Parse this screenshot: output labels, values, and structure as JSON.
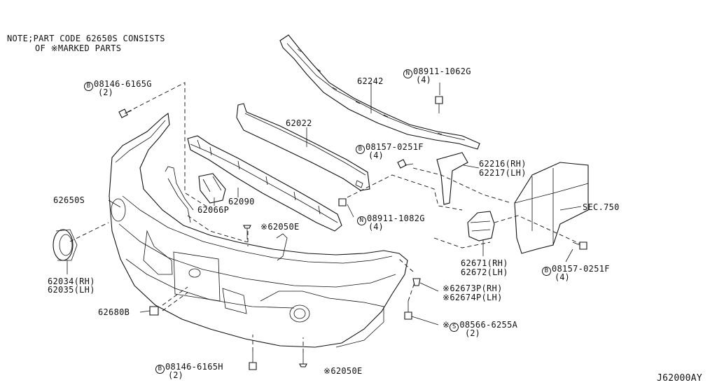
{
  "note": {
    "line1": "NOTE;PART CODE 62650S CONSISTS",
    "line2": "OF ※MARKED PARTS"
  },
  "diagram_code": "J62000AY",
  "section_ref": "SEC.750",
  "labels": {
    "p08146_6165G": {
      "prefix": "B",
      "code": "08146-6165G",
      "qty": "(2)"
    },
    "p08911_1062G": {
      "prefix": "N",
      "code": "08911-1062G",
      "qty": "(4)"
    },
    "p62242": {
      "code": "62242"
    },
    "p62022": {
      "code": "62022"
    },
    "p08157_0251F_top": {
      "prefix": "B",
      "code": "08157-0251F",
      "qty": "(4)"
    },
    "p62216": {
      "code": "62216(RH)"
    },
    "p62217": {
      "code": "62217(LH)"
    },
    "p62650S": {
      "code": "62650S"
    },
    "p62090": {
      "code": "62090"
    },
    "p62066P": {
      "code": "62066P"
    },
    "p08911_1082G": {
      "prefix": "N",
      "code": "08911-1082G",
      "qty": "(4)"
    },
    "p62050E_top": {
      "code": "※62050E"
    },
    "p62034": {
      "code": "62034(RH)"
    },
    "p62035": {
      "code": "62035(LH)"
    },
    "p62671": {
      "code": "62671(RH)"
    },
    "p62672": {
      "code": "62672(LH)"
    },
    "p08157_0251F_bot": {
      "prefix": "B",
      "code": "08157-0251F",
      "qty": "(4)"
    },
    "p62673P": {
      "code": "※62673P(RH)"
    },
    "p62674P": {
      "code": "※62674P(LH)"
    },
    "p62680B": {
      "code": "62680B"
    },
    "p08566_6255A": {
      "mark": "※",
      "prefix": "S",
      "code": "08566-6255A",
      "qty": "(2)"
    },
    "p08146_6165H": {
      "prefix": "B",
      "code": "08146-6165H",
      "qty": "(2)"
    },
    "p62050E_bot": {
      "code": "※62050E"
    }
  }
}
